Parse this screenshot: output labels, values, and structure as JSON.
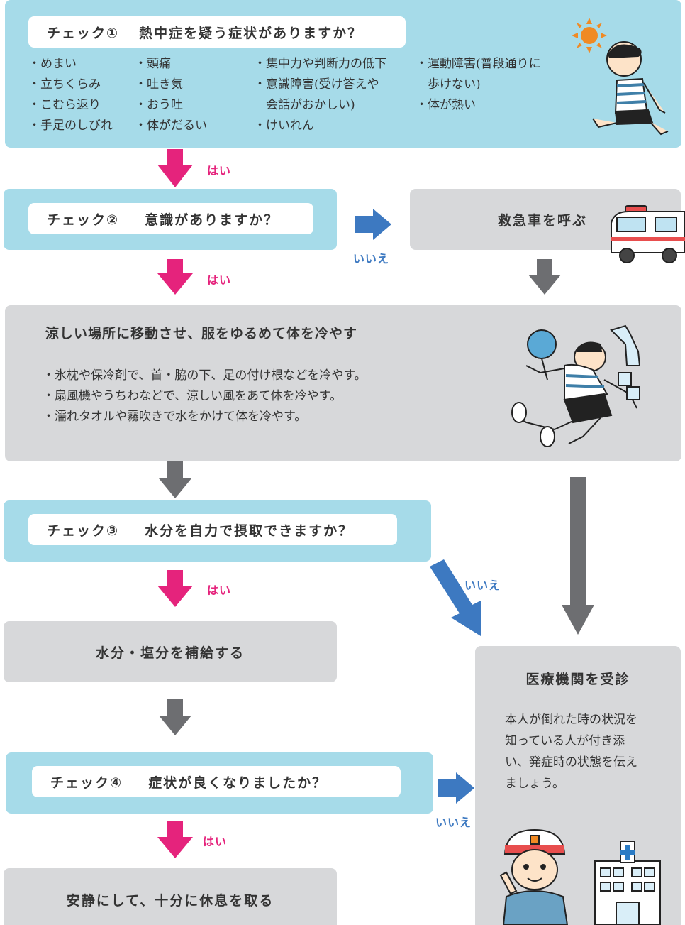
{
  "check1": {
    "label": "チェック①",
    "question": "熱中症を疑う症状がありますか？",
    "symptoms_col1": [
      "・めまい",
      "・立ちくらみ",
      "・こむら返り",
      "・手足のしびれ"
    ],
    "symptoms_col2": [
      "・頭痛",
      "・吐き気",
      "・おう吐",
      "・体がだるい"
    ],
    "symptoms_col3": [
      "・集中力や判断力の低下",
      "・意識障害(受け答えや",
      "　会話がおかしい)",
      "・けいれん"
    ],
    "symptoms_col4": [
      "・運動障害(普段通りに",
      "　歩けない)",
      "・体が熱い"
    ]
  },
  "check2": {
    "label": "チェック②",
    "question": "意識がありますか？"
  },
  "ambulance": {
    "title": "救急車を呼ぶ"
  },
  "cool": {
    "title": "涼しい場所に移動させ、服をゆるめて体を冷やす",
    "items": [
      "・氷枕や保冷剤で、首・脇の下、足の付け根などを冷やす。",
      "・扇風機やうちわなどで、涼しい風をあて体を冷やす。",
      "・濡れタオルや霧吹きで水をかけて体を冷やす。"
    ]
  },
  "check3": {
    "label": "チェック③",
    "question": "水分を自力で摂取できますか？"
  },
  "hydrate": {
    "title": "水分・塩分を補給する"
  },
  "check4": {
    "label": "チェック④",
    "question": "症状が良くなりましたか？"
  },
  "rest": {
    "title": "安静にして、十分に休息を取る"
  },
  "hospital": {
    "title": "医療機関を受診",
    "text_lines": [
      "本人が倒れた時の状況を",
      "知っている人が付き添",
      "い、発症時の状態を伝え",
      "ましょう。"
    ]
  },
  "answers": {
    "yes": "はい",
    "no": "いいえ"
  },
  "colors": {
    "cyan": "#a6dbe9",
    "grey": "#d7d8da",
    "pink": "#e5237c",
    "blue": "#3d79c1",
    "dark_arrow": "#6d6e71"
  }
}
